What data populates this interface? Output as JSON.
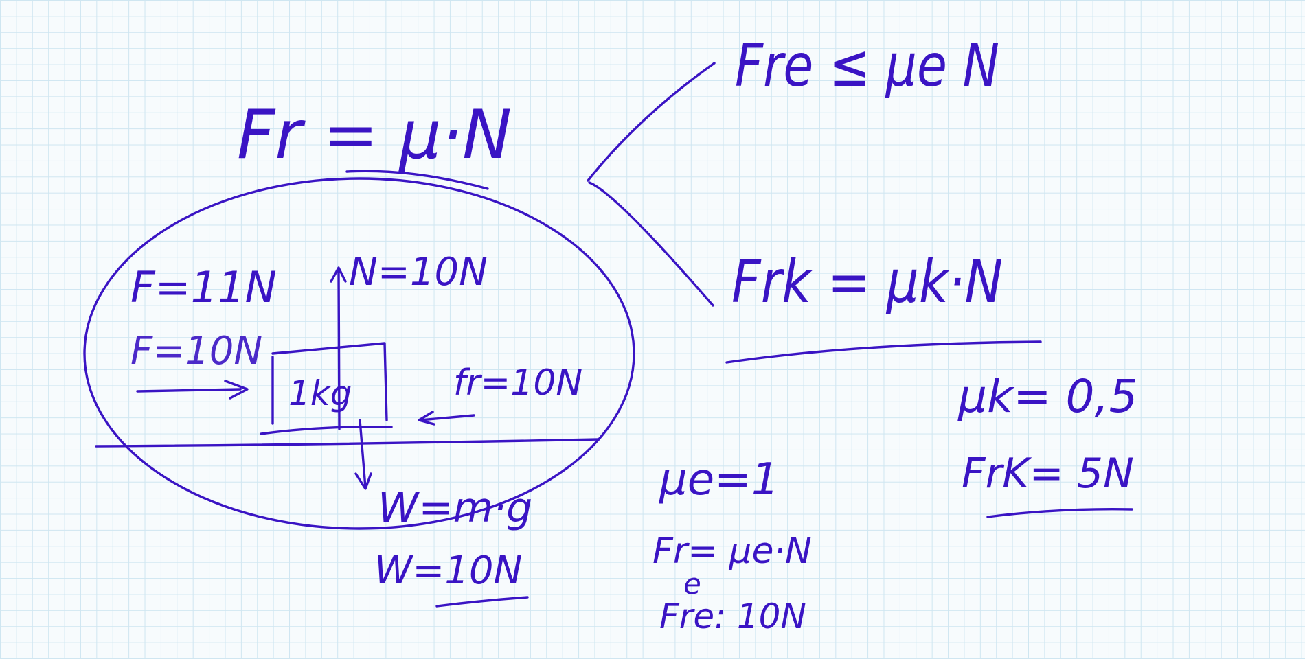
{
  "ink_color": "#3a14c4",
  "grid_color": "#cfe6f1",
  "paper_color": "#f7fbfd",
  "formulas": {
    "main": "Fr = μ·N",
    "static": "Fre ≤ μe N",
    "kinetic": "Frk = μk·N"
  },
  "diagram": {
    "applied_force": "F=11N",
    "applied_force_old": "F=10N",
    "normal": "N=10N",
    "mass": "1kg",
    "friction": "fr=10N",
    "weight_formula": "W=m·g",
    "weight_value": "W=10N"
  },
  "static_calc": {
    "coefficient": "μe=1",
    "formula": "Fr= μe·N",
    "formula_subscript": "e",
    "result": "Fre: 10N"
  },
  "kinetic_calc": {
    "coefficient": "μk= 0,5",
    "result": "FrK= 5N"
  },
  "icons": [
    "force-arrow",
    "friction-arrow",
    "normal-arrow",
    "weight-arrow"
  ]
}
